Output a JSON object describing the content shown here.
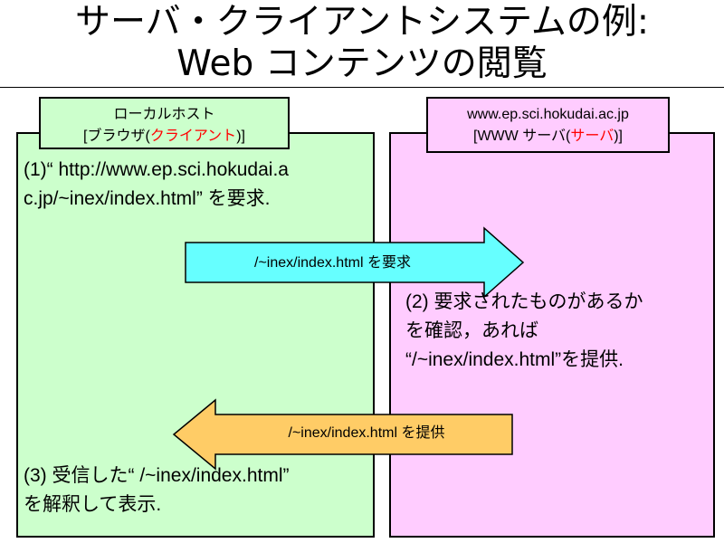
{
  "title": {
    "line1": "サーバ・クライアントシステムの例:",
    "line2": "Web コンテンツの閲覧"
  },
  "client": {
    "label_line1": "ローカルホスト",
    "label_prefix": "[ブラウザ(",
    "label_role": "クライアント",
    "label_suffix": ")]",
    "step1_line1": "(1)“ http://www.ep.sci.hokudai.a",
    "step1_line2": "c.jp/~inex/index.html” を要求.",
    "step3_line1": "(3) 受信した“ /~inex/index.html”",
    "step3_line2": "を解釈して表示."
  },
  "server": {
    "label_line1": "www.ep.sci.hokudai.ac.jp",
    "label_prefix": "[WWW  サーバ(",
    "label_role": "サーバ",
    "label_suffix": ")]",
    "step2_line1": "(2) 要求されたものがあるか",
    "step2_line2": "を確認，あれば",
    "step2_line3": "“/~inex/index.html”を提供."
  },
  "arrows": {
    "request_label": "/~inex/index.html  を要求",
    "provide_label": "/~inex/index.html  を提供",
    "request_color": "#66ffff",
    "provide_color": "#ffcc66"
  }
}
